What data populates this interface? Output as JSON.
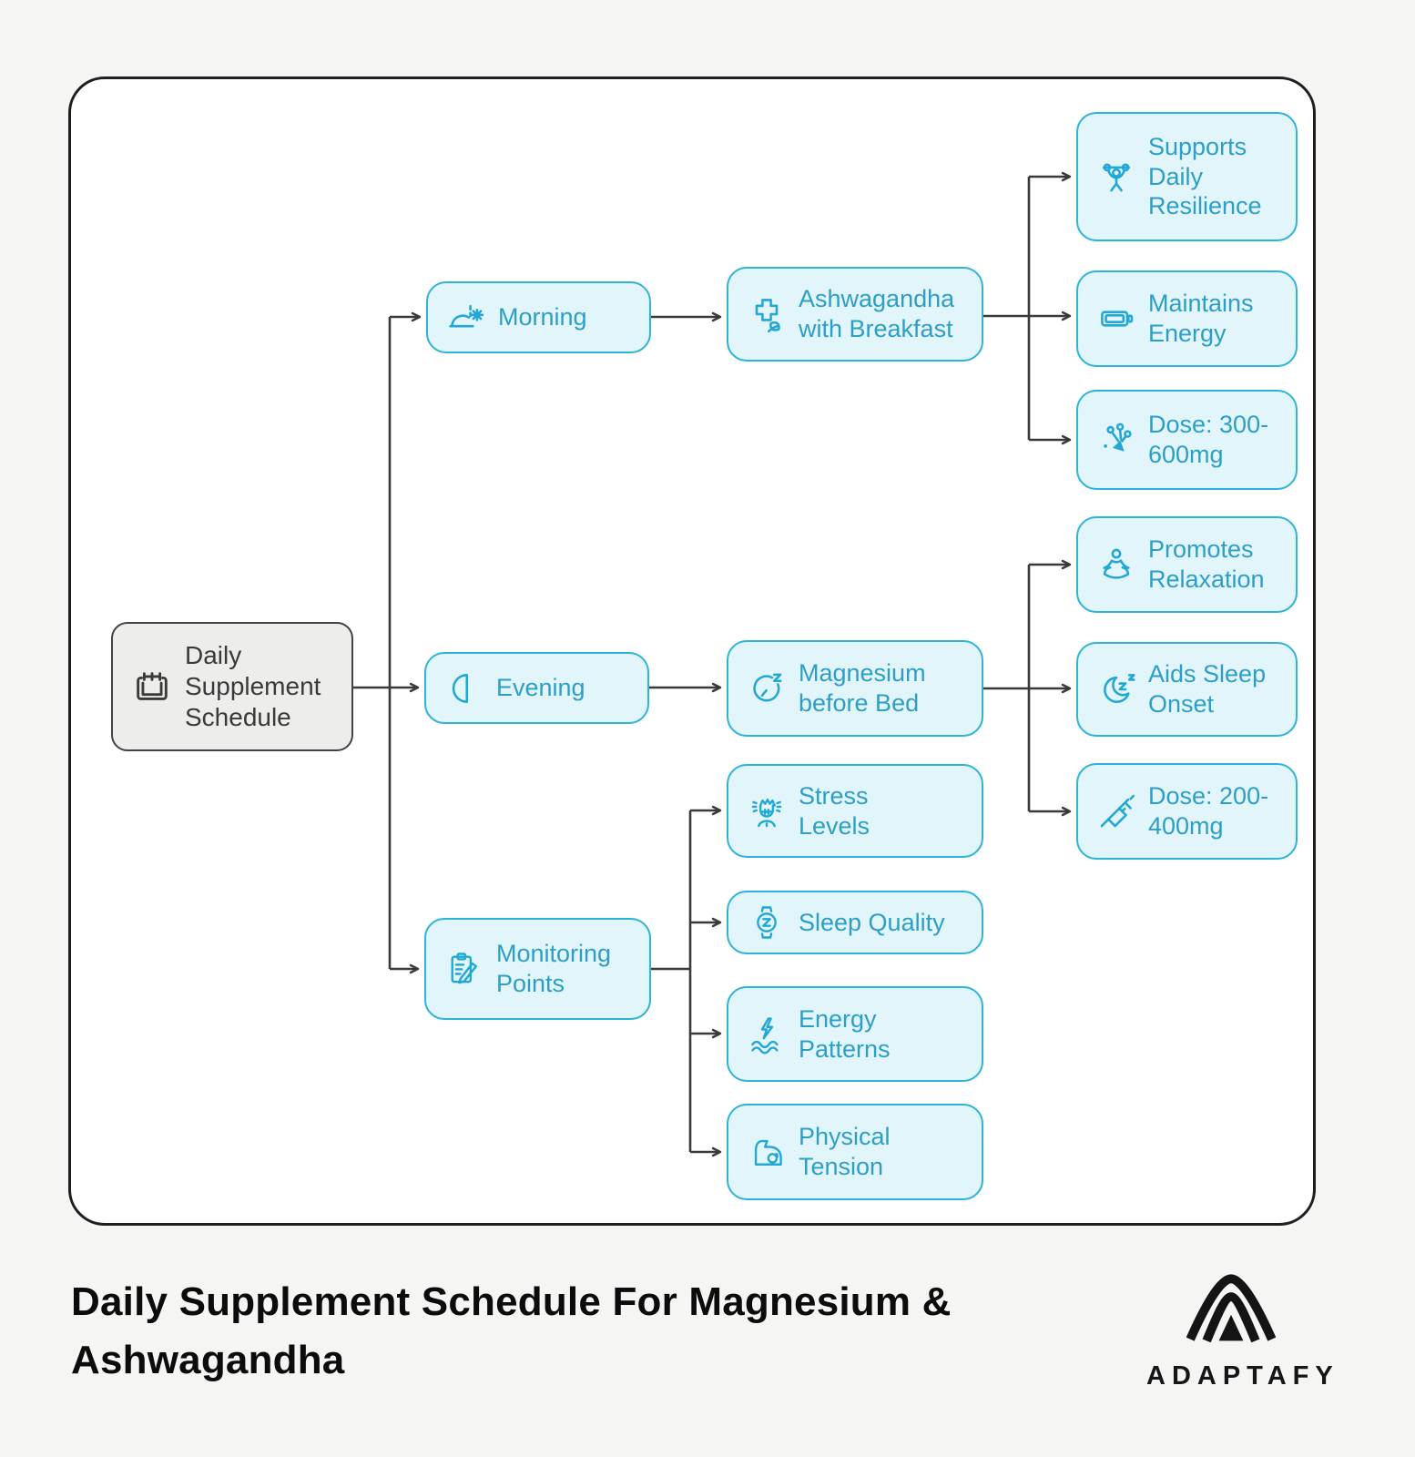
{
  "colors": {
    "page_background": "#f5f5f3",
    "card_background": "#ffffff",
    "card_border": "#1f1f1f",
    "node_fill": "#e1f5fb",
    "node_border": "#2cb4d9",
    "node_text": "#2d9fc6",
    "node_icon": "#23a7d4",
    "root_fill": "#ededeb",
    "root_border": "#424242",
    "root_text": "#3a3a3a",
    "connector": "#3a3a3a"
  },
  "diagram": {
    "nodes": {
      "root": {
        "label": "Daily Supplement Schedule",
        "icon": "calendar-icon"
      },
      "morning": {
        "label": "Morning",
        "icon": "sunrise-icon"
      },
      "ashwagandha": {
        "label": "Ashwagandha with Breakfast",
        "icon": "medical-cross-leaf-icon"
      },
      "supports_resilience": {
        "label": "Supports Daily Resilience",
        "icon": "weightlifter-icon"
      },
      "maintains_energy": {
        "label": "Maintains Energy",
        "icon": "battery-icon"
      },
      "dose_morning": {
        "label": "Dose: 300-600mg",
        "icon": "roots-icon"
      },
      "evening": {
        "label": "Evening",
        "icon": "half-moon-icon"
      },
      "magnesium": {
        "label": "Magnesium before Bed",
        "icon": "sleep-timer-icon"
      },
      "promotes_relaxation": {
        "label": "Promotes Relaxation",
        "icon": "meditation-icon"
      },
      "aids_sleep_onset": {
        "label": "Aids Sleep Onset",
        "icon": "moon-zz-icon"
      },
      "dose_evening": {
        "label": "Dose: 200-400mg",
        "icon": "syringe-icon"
      },
      "monitoring": {
        "label": "Monitoring Points",
        "icon": "clipboard-pen-icon"
      },
      "stress_levels": {
        "label": "Stress Levels",
        "icon": "stressed-face-icon"
      },
      "sleep_quality": {
        "label": "Sleep Quality",
        "icon": "smartwatch-z-icon"
      },
      "energy_patterns": {
        "label": "Energy Patterns",
        "icon": "energy-waves-icon"
      },
      "physical_tension": {
        "label": "Physical Tension",
        "icon": "bicep-icon"
      }
    }
  },
  "footer": {
    "title": "Daily Supplement Schedule For Magnesium & Ashwagandha",
    "brand": "ADAPTAFY"
  }
}
